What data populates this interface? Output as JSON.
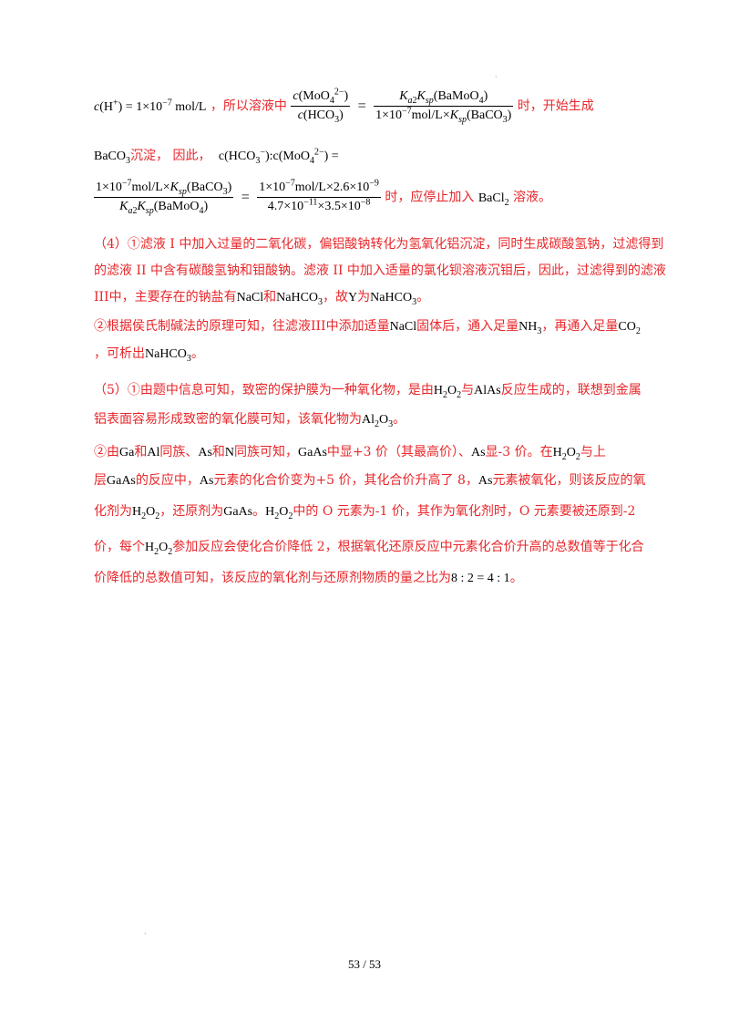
{
  "block1": {
    "ch_h": "c(H⁺) = 1×10⁻⁷ mol/L",
    "t1": "，所以溶液中",
    "t2": "时，开始生成"
  },
  "block2": {
    "t1": "沉淀，  因此，",
    "t2": "时，应停止加入",
    "t3": "溶液。"
  },
  "para4": {
    "l1": "（4）①滤液 I 中加入过量的二氧化碳，偏铝酸钠转化为氢氧化铝沉淀，同时生成碳酸氢钠，过滤得到",
    "l2": "的滤液 II 中含有碳酸氢钠和钼酸钠。滤液 II 中加入适量的氯化钡溶液沉钼后，因此，过滤得到的滤液",
    "l3a": "III中，主要存在的钠盐有",
    "l3b": "和",
    "l3c": "，故",
    "l3d": "为",
    "l3e": "。",
    "l4a": "②根据侯氏制碱法的原理可知，往滤液III中添加适量",
    "l4b": "固体后，通入足量",
    "l4c": "，再通入足量",
    "l5a": "，可析出",
    "l5b": "。"
  },
  "para5": {
    "l1a": "（5）①由题中信息可知，致密的保护膜为一种氧化物，是由",
    "l1b": "与",
    "l1c": "反应生成的，联想到金属",
    "l2a": "铝表面容易形成致密的氧化膜可知，该氧化物为",
    "l2b": "。",
    "l3a": "②由",
    "l3b": "和",
    "l3c": "同族、",
    "l3d": "和",
    "l3e": "同族可知，",
    "l3f": "中显+3 价（其最高价）、",
    "l3g": "显-3 价。在",
    "l3h": "与上",
    "l4a": "层",
    "l4b": "的反应中，",
    "l4c": "元素的化合价变为+5 价，其化合价升高了 8，",
    "l4d": "元素被氧化，则该反应的氧",
    "l5a": "化剂为",
    "l5b": "，还原剂为",
    "l5c": "。",
    "l5d": "中的 O 元素为-1 价，其作为氧化剂时，O 元素要被还原到-2",
    "l6a": "价，每个",
    "l6b": "参加反应会使化合价降低 2，根据氧化还原反应中元素化合价升高的总数值等于化合",
    "l7a": "价降低的总数值可知，该反应的氧化剂与还原剂物质的量之比为",
    "l7b": "。"
  },
  "formula": {
    "ratio": "8 : 2 = 4 : 1"
  },
  "page": {
    "number": "53 / 53"
  }
}
